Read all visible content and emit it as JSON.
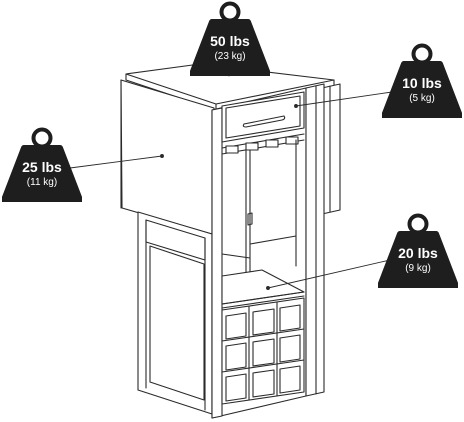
{
  "colors": {
    "weight_fill": "#1e1e1e",
    "weight_text": "#ffffff",
    "line": "#2b2b2b"
  },
  "icons": {
    "weight": "kettlebell-weight-icon"
  },
  "weights": {
    "top": {
      "lbs": "50 lbs",
      "kg": "(23 kg)"
    },
    "drawer": {
      "lbs": "10 lbs",
      "kg": "(5 kg)"
    },
    "leaf": {
      "lbs": "25 lbs",
      "kg": "(11 kg)"
    },
    "shelf": {
      "lbs": "20 lbs",
      "kg": "(9 kg)"
    }
  }
}
